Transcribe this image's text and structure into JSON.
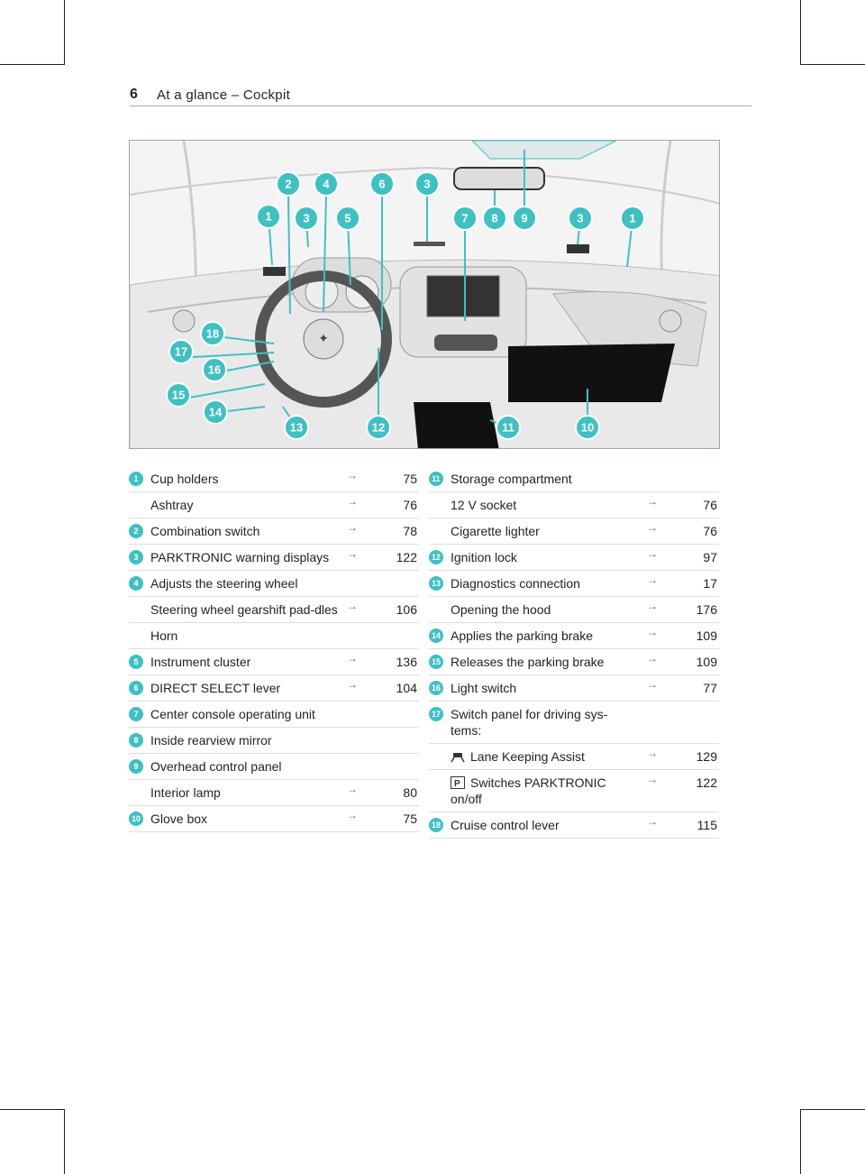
{
  "header": {
    "page_number": "6",
    "title": "At a glance – Cockpit"
  },
  "colors": {
    "accent": "#3fc0c2"
  },
  "figure": {
    "callouts": [
      "1",
      "2",
      "3",
      "4",
      "5",
      "6",
      "3",
      "7",
      "8",
      "9",
      "3",
      "1",
      "18",
      "17",
      "16",
      "15",
      "14",
      "13",
      "12",
      "11",
      "10"
    ]
  },
  "left_items": [
    {
      "badge": "1",
      "label": "Cup holders",
      "arrow": "→",
      "page": "75"
    },
    {
      "badge": "",
      "label": "Ashtray",
      "arrow": "→",
      "page": "76"
    },
    {
      "badge": "2",
      "label": "Combination switch",
      "arrow": "→",
      "page": "78"
    },
    {
      "badge": "3",
      "label": "PARKTRONIC warning displays",
      "arrow": "→",
      "page": "122"
    },
    {
      "badge": "4",
      "label": "Adjusts the steering wheel",
      "arrow": "",
      "page": ""
    },
    {
      "badge": "",
      "label": "Steering wheel gearshift pad-dles",
      "arrow": "→",
      "page": "106"
    },
    {
      "badge": "",
      "label": "Horn",
      "arrow": "",
      "page": ""
    },
    {
      "badge": "5",
      "label": "Instrument cluster",
      "arrow": "→",
      "page": "136"
    },
    {
      "badge": "6",
      "label": "DIRECT SELECT lever",
      "arrow": "→",
      "page": "104"
    },
    {
      "badge": "7",
      "label": "Center console operating unit",
      "arrow": "",
      "page": ""
    },
    {
      "badge": "8",
      "label": "Inside rearview mirror",
      "arrow": "",
      "page": ""
    },
    {
      "badge": "9",
      "label": "Overhead control panel",
      "arrow": "",
      "page": ""
    },
    {
      "badge": "",
      "label": "Interior lamp",
      "arrow": "→",
      "page": "80"
    },
    {
      "badge": "10",
      "label": "Glove box",
      "arrow": "→",
      "page": "75"
    }
  ],
  "right_items": [
    {
      "badge": "11",
      "label": "Storage compartment",
      "arrow": "",
      "page": "",
      "icon": ""
    },
    {
      "badge": "",
      "label": "12 V socket",
      "arrow": "→",
      "page": "76",
      "icon": ""
    },
    {
      "badge": "",
      "label": "Cigarette lighter",
      "arrow": "→",
      "page": "76",
      "icon": ""
    },
    {
      "badge": "12",
      "label": "Ignition lock",
      "arrow": "→",
      "page": "97",
      "icon": ""
    },
    {
      "badge": "13",
      "label": "Diagnostics connection",
      "arrow": "→",
      "page": "17",
      "icon": ""
    },
    {
      "badge": "",
      "label": "Opening the hood",
      "arrow": "→",
      "page": "176",
      "icon": ""
    },
    {
      "badge": "14",
      "label": "Applies the parking brake",
      "arrow": "→",
      "page": "109",
      "icon": ""
    },
    {
      "badge": "15",
      "label": "Releases the parking brake",
      "arrow": "→",
      "page": "109",
      "icon": ""
    },
    {
      "badge": "16",
      "label": "Light switch",
      "arrow": "→",
      "page": "77",
      "icon": ""
    },
    {
      "badge": "17",
      "label": "Switch panel for driving sys-tems:",
      "arrow": "",
      "page": "",
      "icon": ""
    },
    {
      "badge": "",
      "label": "Lane Keeping Assist",
      "arrow": "→",
      "page": "129",
      "icon": "lane-keeping-icon"
    },
    {
      "badge": "",
      "label": "Switches PARKTRONIC on/off",
      "arrow": "→",
      "page": "122",
      "icon": "parktronic-off-icon"
    },
    {
      "badge": "18",
      "label": "Cruise control lever",
      "arrow": "→",
      "page": "115",
      "icon": ""
    }
  ]
}
